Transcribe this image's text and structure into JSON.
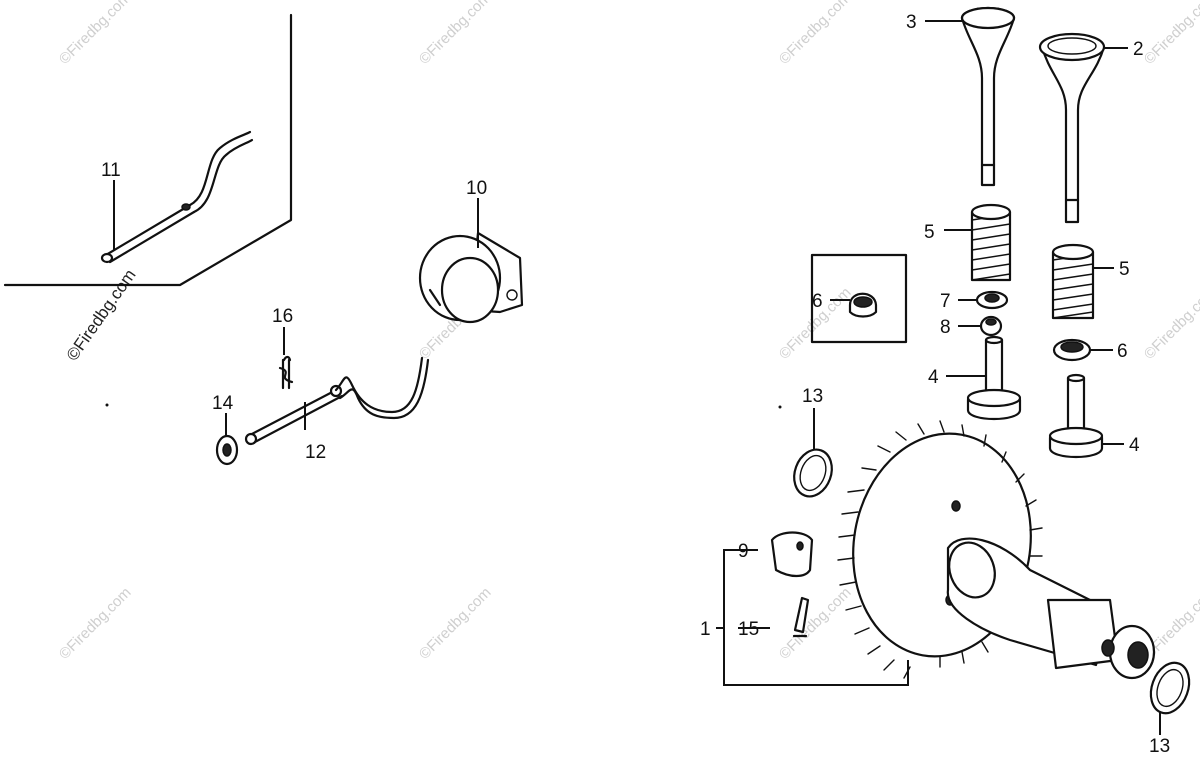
{
  "watermark": "©Firedbg.com",
  "watermark_corner": "©Firedbg.com",
  "callouts": {
    "c1": "1",
    "c2": "2",
    "c3": "3",
    "c4a": "4",
    "c4b": "4",
    "c5a": "5",
    "c5b": "5",
    "c6a": "6",
    "c6b": "6",
    "c7": "7",
    "c8": "8",
    "c9": "9",
    "c10": "10",
    "c11": "11",
    "c12": "12",
    "c13a": "13",
    "c13b": "13",
    "c14": "14",
    "c15": "15",
    "c16": "16"
  }
}
